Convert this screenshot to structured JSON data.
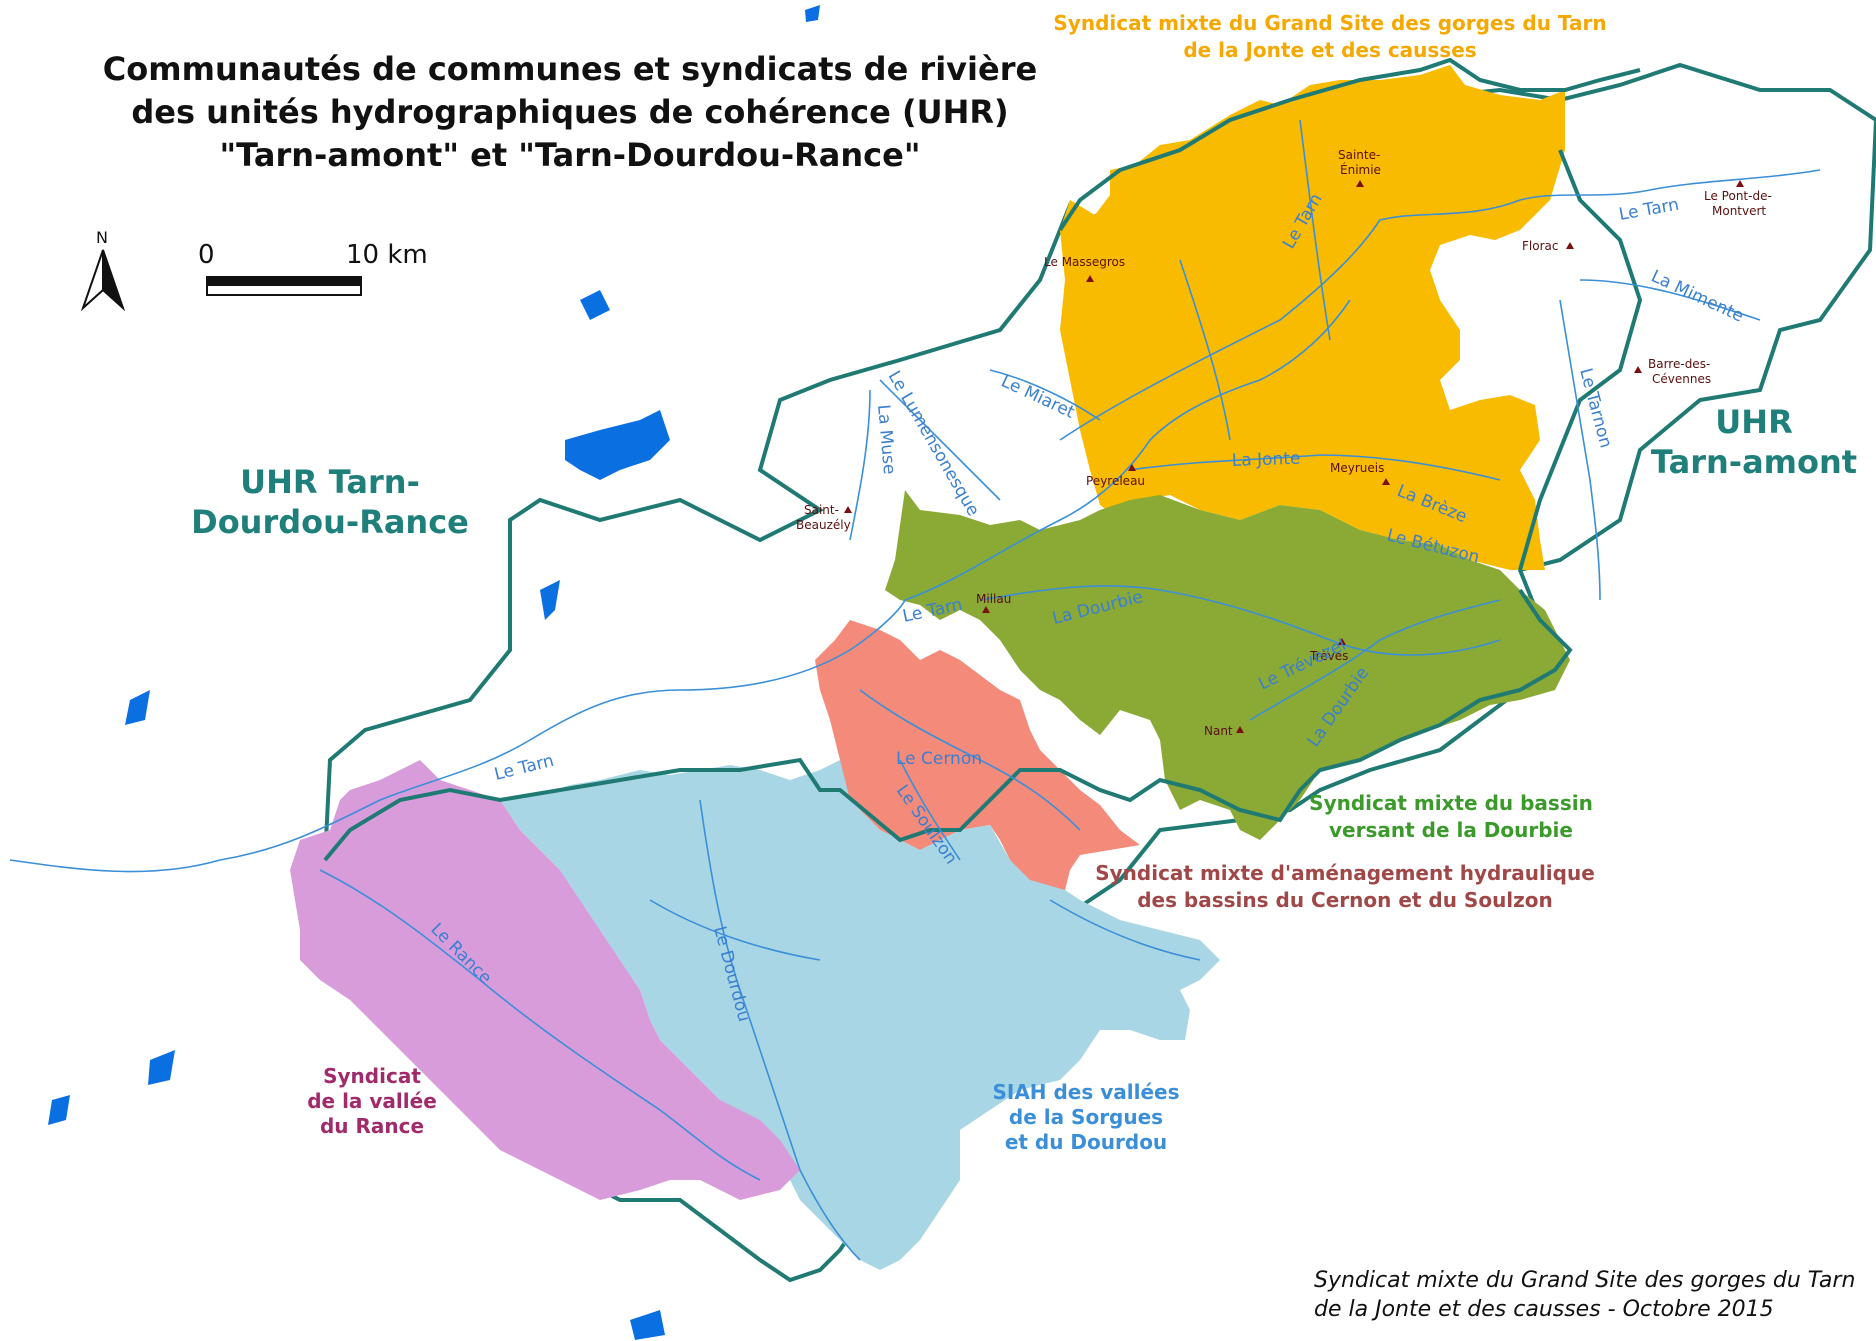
{
  "title": {
    "line1": "Communautés de communes et syndicats de rivière",
    "line2": "des unités hydrographiques de cohérence (UHR)",
    "line3": "\"Tarn-amont\" et \"Tarn-Dourdou-Rance\""
  },
  "north_arrow": {
    "letter": "N"
  },
  "scale": {
    "zero": "0",
    "ten": "10 km"
  },
  "uhr": {
    "tarn_dourdou_line1": "UHR Tarn-",
    "tarn_dourdou_line2": "Dourdou-Rance",
    "tarn_amont_line1": "UHR",
    "tarn_amont_line2": "Tarn-amont"
  },
  "syndicats": {
    "grand_site_line1": "Syndicat mixte du Grand Site des gorges du Tarn",
    "grand_site_line2": "de la Jonte et des causses",
    "dourbie_line1": "Syndicat mixte du bassin",
    "dourbie_line2": "versant de la Dourbie",
    "cernon_line1": "Syndicat mixte d'aménagement hydraulique",
    "cernon_line2": "des bassins du Cernon et du Soulzon",
    "siah_line1": "SIAH des vallées",
    "siah_line2": "de la Sorgues",
    "siah_line3": "et du Dourdou",
    "rance_line1": "Syndicat",
    "rance_line2": "de la vallée",
    "rance_line3": "du Rance"
  },
  "colors": {
    "grand_site": "#f9bb00",
    "dourbie": "#8aa935",
    "cernon": "#f48a7a",
    "siah": "#a9d6e5",
    "rance": "#d99cdb",
    "uhr_border": "#1f7a74",
    "river": "#3a8fd8",
    "lake": "#0a6fe0"
  },
  "towns": {
    "sainte_enimie_1": "Sainte-",
    "sainte_enimie_2": "Énimie",
    "le_massegros": "Le Massegros",
    "florac": "Florac",
    "le_pont_1": "Le Pont-de-",
    "le_pont_2": "Montvert",
    "barre_1": "Barre-des-",
    "barre_2": "Cévennes",
    "peyreleau": "Peyreleau",
    "meyrueis": "Meyrueis",
    "saint_beauzely_1": "Saint-",
    "saint_beauzely_2": "Beauzély",
    "millau": "Millau",
    "treves": "Trèves",
    "nant": "Nant"
  },
  "rivers": {
    "le_tarn_north": "Le Tarn",
    "le_tarn_east": "Le Tarn",
    "la_mimente": "La Mimente",
    "le_tarnon": "Le Tarnon",
    "le_miaret": "Le Miaret",
    "le_lumensonesque": "Le Lumensonesque",
    "la_muse": "La Muse",
    "la_jonte": "La Jonte",
    "la_breze": "La Brèze",
    "le_bethuzon": "Le Bétuzon",
    "le_tarn_millau": "Le Tarn",
    "la_dourbie": "La Dourbie",
    "le_trevezel": "Le Trévezel",
    "la_dourbie_south": "La Dourbie",
    "le_cernon": "Le Cernon",
    "le_soulzon": "Le Soulzon",
    "le_tarn_west": "Le Tarn",
    "le_rance": "Le Rance",
    "le_dourdou": "Le Dourdou"
  },
  "credit": {
    "line1": "Syndicat mixte du Grand Site des gorges du Tarn",
    "line2": "de la Jonte et des causses - Octobre 2015"
  }
}
